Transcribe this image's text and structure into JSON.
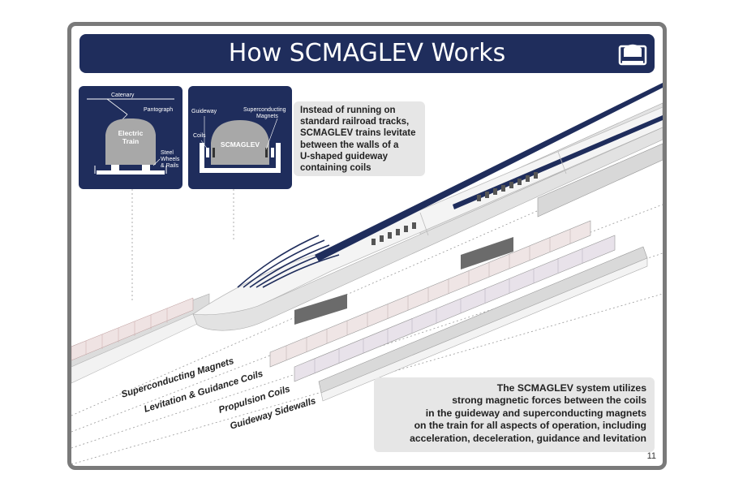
{
  "title": "How SCMAGLEV Works",
  "page_number": "11",
  "icon": "train-front-icon",
  "colors": {
    "navy": "#1f2d5c",
    "frame": "#7a7a7a",
    "callout": "#e6e6e6"
  },
  "panel_conventional": {
    "catenary": "Catenary",
    "pantograph": "Pantograph",
    "train": [
      "Electric",
      "Train"
    ],
    "wheels": [
      "Steel",
      "Wheels",
      "& Rails"
    ]
  },
  "panel_scmaglev": {
    "guideway": "Guideway",
    "magnets": [
      "Superconducting",
      "Magnets"
    ],
    "coils": "Coils",
    "train": "SCMAGLEV"
  },
  "description_top": [
    "Instead of running on",
    "standard railroad tracks,",
    "SCMAGLEV trains levitate",
    "between the walls of a",
    "U-shaped guideway",
    "containing coils"
  ],
  "description_bottom": [
    "The SCMAGLEV system utilizes",
    "strong magnetic forces between the coils",
    "in the guideway and superconducting magnets",
    "on the train for all aspects of operation, including",
    "acceleration, deceleration, guidance and levitation"
  ],
  "component_labels": {
    "magnets": "Superconducting Magnets",
    "levitation": "Levitation & Guidance Coils",
    "propulsion": "Propulsion Coils",
    "sidewalls": "Guideway Sidewalls"
  }
}
